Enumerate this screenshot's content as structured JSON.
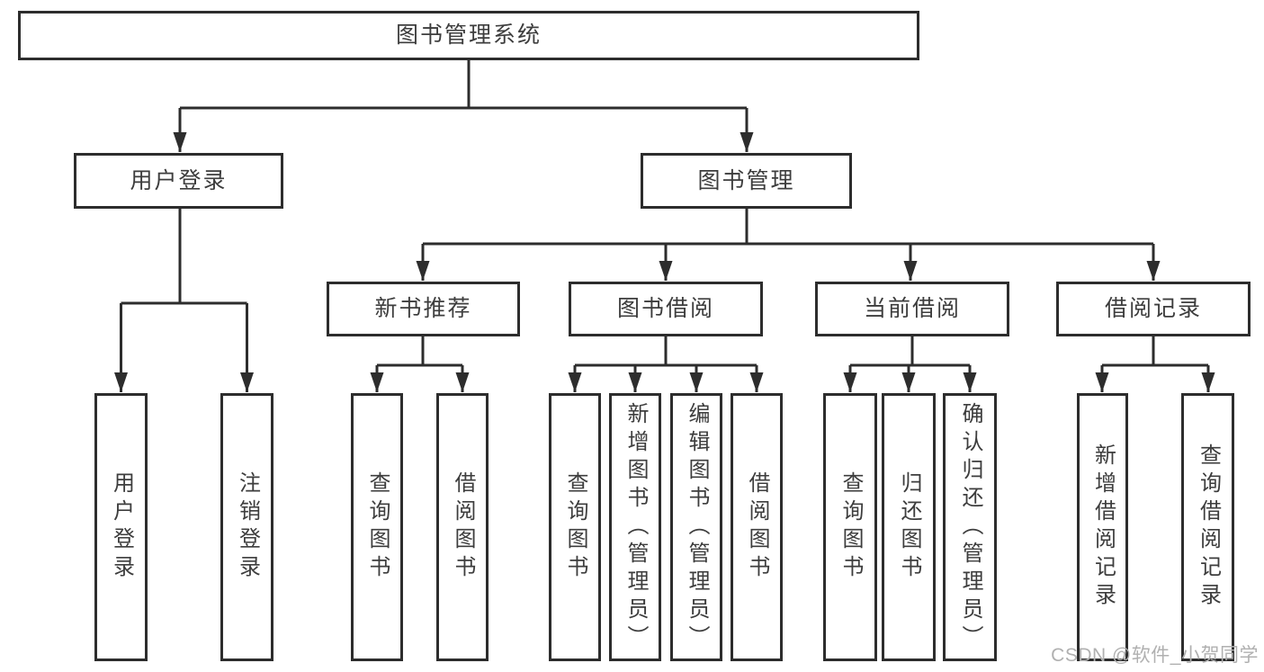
{
  "diagram": {
    "type": "hierarchy-tree",
    "watermark": "CSDN @软件_小贺同学",
    "colors": {
      "line": "#2d2d2d",
      "box_border": "#2d2d2d",
      "box_fill": "#ffffff",
      "text": "#3d3d3d",
      "background": "#ffffff",
      "watermark": "#b0b0b0"
    },
    "nodes": {
      "root": {
        "label": "图书管理系统"
      },
      "user_login": {
        "label": "用户登录"
      },
      "book_mgmt": {
        "label": "图书管理"
      },
      "new_book_rec": {
        "label": "新书推荐"
      },
      "book_borrow": {
        "label": "图书借阅"
      },
      "current_borrow": {
        "label": "当前借阅"
      },
      "borrow_records": {
        "label": "借阅记录"
      },
      "login": {
        "label": "用户登录"
      },
      "logout": {
        "label": "注销登录"
      },
      "query_book_1": {
        "label": "查询图书"
      },
      "borrow_book_1": {
        "label": "借阅图书"
      },
      "query_book_2": {
        "label": "查询图书"
      },
      "add_book": {
        "label": "新增图书（管理员）"
      },
      "edit_book": {
        "label": "编辑图书（管理员）"
      },
      "borrow_book_2": {
        "label": "借阅图书"
      },
      "query_book_3": {
        "label": "查询图书"
      },
      "return_book": {
        "label": "归还图书"
      },
      "confirm_return": {
        "label": "确认归还（管理员）"
      },
      "add_borrow_record": {
        "label": "新增借阅记录"
      },
      "query_borrow_record": {
        "label": "查询借阅记录"
      }
    },
    "structure": {
      "图书管理系统": {
        "用户登录": [
          "用户登录",
          "注销登录"
        ],
        "图书管理": {
          "新书推荐": [
            "查询图书",
            "借阅图书"
          ],
          "图书借阅": [
            "查询图书",
            "新增图书（管理员）",
            "编辑图书（管理员）",
            "借阅图书"
          ],
          "当前借阅": [
            "查询图书",
            "归还图书",
            "确认归还（管理员）"
          ],
          "借阅记录": [
            "新增借阅记录",
            "查询借阅记录"
          ]
        }
      }
    }
  }
}
